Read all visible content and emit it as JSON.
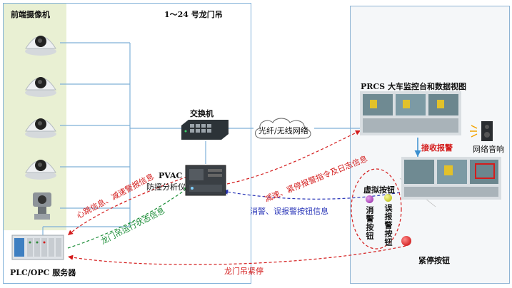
{
  "labels": {
    "front_camera": "前端摄像机",
    "gantry_crane": "1～24 号龙门吊",
    "switch": "交换机",
    "fiber_network": "光纤/无线网络",
    "pvac_name": "PVAC",
    "pvac_desc": "防撞分析仪",
    "plc_server": "PLC/OPC 服务器",
    "prcs": "PRCS 大车监控台和数据视图",
    "receive_alarm": "接收报警",
    "network_speaker": "网络音响",
    "virtual_buttons": "虚拟按钮",
    "clear_alarm_button": "消警按钮",
    "false_alarm_button": "误报警按钮",
    "emergency_button": "紧停按钮"
  },
  "flows": {
    "jump_slow_alarm": "心跳信息、减速警报信息",
    "gantry_status": "龙门吊运行状态信息",
    "slow_stop_cmd": "减速、紧停报警指令及日志信息",
    "clear_false_info": "消警、误报警按钮信息",
    "gantry_emergency": "龙门吊紧停"
  },
  "colors": {
    "red_flow": "#d41c1c",
    "green_flow": "#1f8f3a",
    "blue_flow": "#2a36b8",
    "network_line": "#7fb0d8"
  },
  "icons": [
    "camera-icon",
    "ptz-camera-icon",
    "switch-icon",
    "cloud-icon",
    "pvac-device-icon",
    "plc-device-icon",
    "monitor-icon",
    "speaker-icon",
    "purple-button-icon",
    "yellow-button-icon",
    "red-button-icon"
  ]
}
